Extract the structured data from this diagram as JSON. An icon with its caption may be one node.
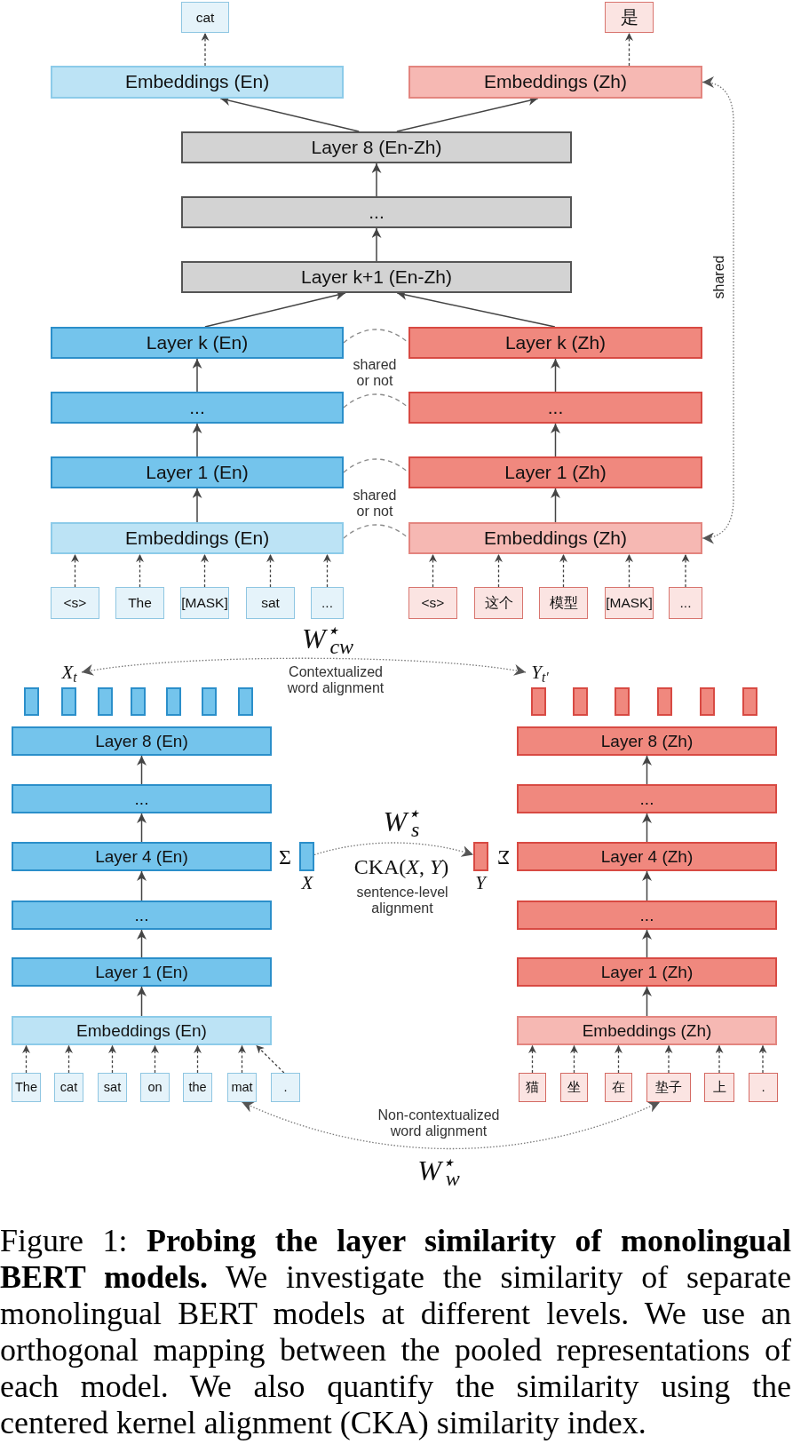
{
  "diagram": {
    "caption": "Figure 1: **Probing the layer similarity of monolingual BERT models.** We investigate the similarity of separate monolingual BERT models at different levels. We use an orthogonal mapping between the pooled representations of each model. We also quantify the similarity using the centered kernel alignment (CKA) similarity index.",
    "nodes": [
      {
        "text": [
          "cat"
        ]
      },
      {
        "text": [
          "是"
        ]
      },
      {
        "text": [
          "Embeddings (En)"
        ]
      },
      {
        "text": [
          "Embeddings (Zh)"
        ]
      },
      {
        "text": [
          "Layer 8 (En-Zh)"
        ]
      },
      {
        "text": [
          "..."
        ]
      },
      {
        "text": [
          "Layer k+1 (En-Zh)"
        ]
      },
      {
        "text": [
          "Layer k (En)"
        ]
      },
      {
        "text": [
          "Layer k (Zh)"
        ]
      },
      {
        "text": [
          "..."
        ]
      },
      {
        "text": [
          "..."
        ]
      },
      {
        "text": [
          "Layer 1 (En)"
        ]
      },
      {
        "text": [
          "Layer 1 (Zh)"
        ]
      },
      {
        "text": [
          "Embeddings (En)"
        ]
      },
      {
        "text": [
          "Embeddings (Zh)"
        ]
      },
      {
        "text": [
          "<s>"
        ]
      },
      {
        "text": [
          "The"
        ]
      },
      {
        "text": [
          "[MASK]"
        ]
      },
      {
        "text": [
          "sat"
        ]
      },
      {
        "text": [
          "..."
        ]
      },
      {
        "text": [
          "<s>"
        ]
      },
      {
        "text": [
          "这个"
        ]
      },
      {
        "text": [
          "模型"
        ]
      },
      {
        "text": [
          "[MASK]"
        ]
      },
      {
        "text": [
          "..."
        ]
      },
      {
        "text": [
          "X$_{t}$"
        ]
      },
      {
        "text": [
          "Y$_{t′}$"
        ]
      },
      {
        "text": [],
        "shape": "bar"
      },
      {
        "text": [],
        "shape": "bar"
      },
      {
        "text": [],
        "shape": "bar"
      },
      {
        "text": [],
        "shape": "bar"
      },
      {
        "text": [],
        "shape": "bar"
      },
      {
        "text": [],
        "shape": "bar"
      },
      {
        "text": [],
        "shape": "bar"
      },
      {
        "text": [],
        "shape": "bar"
      },
      {
        "text": [],
        "shape": "bar"
      },
      {
        "text": [],
        "shape": "bar"
      },
      {
        "text": [],
        "shape": "bar"
      },
      {
        "text": [],
        "shape": "bar"
      },
      {
        "text": [],
        "shape": "bar"
      },
      {
        "text": [
          "Layer 8 (En)"
        ]
      },
      {
        "text": [
          "Layer 8 (Zh)"
        ]
      },
      {
        "text": [
          "..."
        ]
      },
      {
        "text": [
          "..."
        ]
      },
      {
        "text": [
          "Layer 4 (En)"
        ]
      },
      {
        "text": [],
        "shape": "bar",
        "beside": [
          "Σ",
          "X"
        ]
      },
      {
        "text": [],
        "shape": "bar",
        "beside": [
          "Σ",
          "Y"
        ]
      },
      {
        "text": [
          "Layer 4 (Zh)"
        ]
      },
      {
        "text": [
          "..."
        ]
      },
      {
        "text": [
          "..."
        ]
      },
      {
        "text": [
          "Layer 1 (En)"
        ]
      },
      {
        "text": [
          "Layer 1 (Zh)"
        ]
      },
      {
        "text": [
          "Embeddings (En)"
        ]
      },
      {
        "text": [
          "Embeddings (Zh)"
        ]
      },
      {
        "text": [
          "The"
        ]
      },
      {
        "text": [
          "cat"
        ]
      },
      {
        "text": [
          "sat"
        ]
      },
      {
        "text": [
          "on"
        ]
      },
      {
        "text": [
          "the"
        ]
      },
      {
        "text": [
          "mat"
        ]
      },
      {
        "text": [
          "."
        ]
      },
      {
        "text": [
          "猫"
        ]
      },
      {
        "text": [
          "坐"
        ]
      },
      {
        "text": [
          "在"
        ]
      },
      {
        "text": [
          "垫子"
        ]
      },
      {
        "text": [
          "上"
        ]
      },
      {
        "text": [
          "."
        ]
      }
    ],
    "edges": [
      {
        "from": 2,
        "to": 0,
        "arrow": "to",
        "style": "dashed"
      },
      {
        "from": 3,
        "to": 1,
        "arrow": "to",
        "style": "dashed"
      },
      {
        "from": 4,
        "to": 2,
        "arrow": "to"
      },
      {
        "from": 4,
        "to": 3,
        "arrow": "to"
      },
      {
        "from": 5,
        "to": 4,
        "arrow": "to"
      },
      {
        "from": 6,
        "to": 5,
        "arrow": "to"
      },
      {
        "from": 7,
        "to": 6,
        "arrow": "to"
      },
      {
        "from": 8,
        "to": 6,
        "arrow": "to"
      },
      {
        "from": 9,
        "to": 7,
        "arrow": "to"
      },
      {
        "from": 10,
        "to": 8,
        "arrow": "to"
      },
      {
        "from": 11,
        "to": 9,
        "arrow": "to"
      },
      {
        "from": 12,
        "to": 10,
        "arrow": "to"
      },
      {
        "from": 13,
        "to": 11,
        "arrow": "to"
      },
      {
        "from": 14,
        "to": 12,
        "arrow": "to"
      },
      {
        "from": 7,
        "to": 8,
        "arrow": "none",
        "style": "dashed",
        "color": "#8a8a8a"
      },
      {
        "from": 9,
        "to": 10,
        "arrow": "none",
        "style": "dashed",
        "color": "#8a8a8a"
      },
      {
        "from": 11,
        "to": 12,
        "arrow": "none",
        "style": "dashed",
        "color": "#8a8a8a"
      },
      {
        "from": 13,
        "to": 14,
        "arrow": "none",
        "style": "dashed",
        "color": "#8a8a8a"
      },
      {
        "from": 3,
        "to": 14,
        "arrow": "both",
        "style": "dashed",
        "color": "#777777",
        "label": "shared"
      },
      {
        "from": 15,
        "to": 13,
        "arrow": "to",
        "style": "dashed"
      },
      {
        "from": 16,
        "to": 13,
        "arrow": "to",
        "style": "dashed"
      },
      {
        "from": 17,
        "to": 13,
        "arrow": "to",
        "style": "dashed"
      },
      {
        "from": 18,
        "to": 13,
        "arrow": "to",
        "style": "dashed"
      },
      {
        "from": 19,
        "to": 13,
        "arrow": "to",
        "style": "dashed"
      },
      {
        "from": 20,
        "to": 14,
        "arrow": "to",
        "style": "dashed"
      },
      {
        "from": 21,
        "to": 14,
        "arrow": "to",
        "style": "dashed"
      },
      {
        "from": 22,
        "to": 14,
        "arrow": "to",
        "style": "dashed"
      },
      {
        "from": 23,
        "to": 14,
        "arrow": "to",
        "style": "dashed"
      },
      {
        "from": 24,
        "to": 14,
        "arrow": "to",
        "style": "dashed"
      },
      {
        "from": 25,
        "to": 26,
        "arrow": "both",
        "style": "dashed",
        "color": "#777777"
      },
      {
        "from": 52,
        "to": 50,
        "arrow": "to"
      },
      {
        "from": 50,
        "to": 48,
        "arrow": "to"
      },
      {
        "from": 48,
        "to": 44,
        "arrow": "to"
      },
      {
        "from": 44,
        "to": 42,
        "arrow": "to"
      },
      {
        "from": 42,
        "to": 40,
        "arrow": "to"
      },
      {
        "from": 53,
        "to": 51,
        "arrow": "to"
      },
      {
        "from": 51,
        "to": 49,
        "arrow": "to"
      },
      {
        "from": 49,
        "to": 47,
        "arrow": "to"
      },
      {
        "from": 47,
        "to": 43,
        "arrow": "to"
      },
      {
        "from": 43,
        "to": 41,
        "arrow": "to"
      },
      {
        "from": 45,
        "to": 46,
        "arrow": "to",
        "style": "dashed",
        "color": "#777777"
      },
      {
        "from": 54,
        "to": 52,
        "arrow": "to",
        "style": "dashed"
      },
      {
        "from": 55,
        "to": 52,
        "arrow": "to",
        "style": "dashed"
      },
      {
        "from": 56,
        "to": 52,
        "arrow": "to",
        "style": "dashed"
      },
      {
        "from": 57,
        "to": 52,
        "arrow": "to",
        "style": "dashed"
      },
      {
        "from": 58,
        "to": 52,
        "arrow": "to",
        "style": "dashed"
      },
      {
        "from": 59,
        "to": 52,
        "arrow": "to",
        "style": "dashed"
      },
      {
        "from": 60,
        "to": 52,
        "arrow": "to",
        "style": "dashed"
      },
      {
        "from": 61,
        "to": 53,
        "arrow": "to",
        "style": "dashed"
      },
      {
        "from": 62,
        "to": 53,
        "arrow": "to",
        "style": "dashed"
      },
      {
        "from": 63,
        "to": 53,
        "arrow": "to",
        "style": "dashed"
      },
      {
        "from": 64,
        "to": 53,
        "arrow": "to",
        "style": "dashed"
      },
      {
        "from": 65,
        "to": 53,
        "arrow": "to",
        "style": "dashed"
      },
      {
        "from": 66,
        "to": 53,
        "arrow": "to",
        "style": "dashed"
      },
      {
        "from": 59,
        "to": 64,
        "arrow": "both",
        "style": "dashed",
        "color": "#777777"
      }
    ],
    "labels": [
      "shared or not",
      "shared or not",
      "W$^{⋆}$$_{cw}$",
      "Contextualized word alignment",
      "W$^{⋆}$$_{s}$",
      "CKA(*X*, *Y*)",
      "sentence-level alignment",
      "Non-contextualized word alignment",
      "W$^{⋆}$$_{w}$"
    ]
  }
}
